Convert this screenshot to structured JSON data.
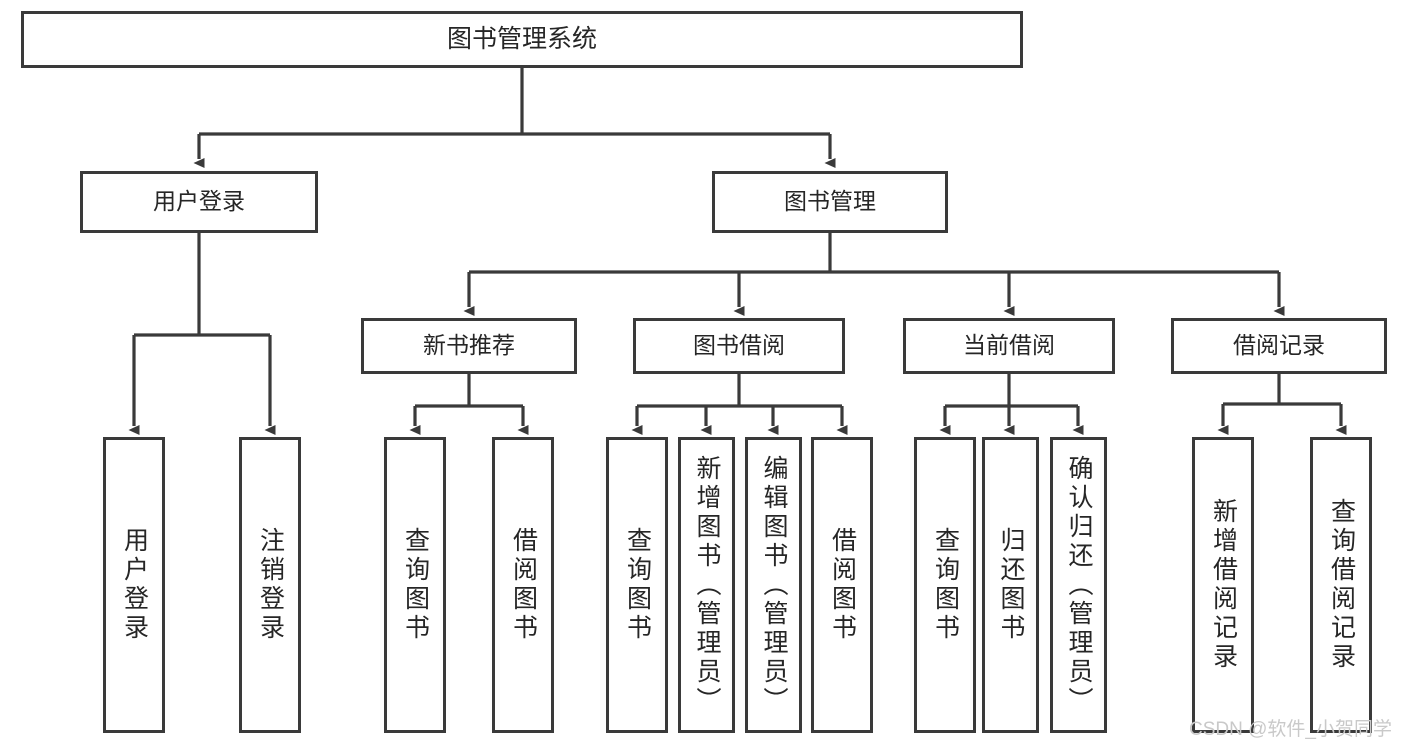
{
  "diagram": {
    "title": "图书管理系统",
    "type": "tree-hierarchy-chart",
    "watermark": "CSDN @软件_小贺同学",
    "colors": {
      "box_border": "#3a3a3a",
      "box_fill": "#ffffff",
      "edge": "#3a3a3a",
      "text": "#262626",
      "watermark": "#c9c9c9",
      "background": "#ffffff"
    },
    "root": {
      "label": "图书管理系统"
    },
    "level2": [
      {
        "label": "用户登录"
      },
      {
        "label": "图书管理"
      }
    ],
    "level3": [
      {
        "label": "新书推荐"
      },
      {
        "label": "图书借阅"
      },
      {
        "label": "当前借阅"
      },
      {
        "label": "借阅记录"
      }
    ],
    "leaves": {
      "user_login": [
        {
          "label": "用户登录"
        },
        {
          "label": "注销登录"
        }
      ],
      "new_book": [
        {
          "label": "查询图书"
        },
        {
          "label": "借阅图书"
        }
      ],
      "book_borrow": [
        {
          "label": "查询图书"
        },
        {
          "label": "新增图书（管理员）"
        },
        {
          "label": "编辑图书（管理员）"
        },
        {
          "label": "借阅图书"
        }
      ],
      "current_borrow": [
        {
          "label": "查询图书"
        },
        {
          "label": "归还图书"
        },
        {
          "label": "确认归还（管理员）"
        }
      ],
      "borrow_record": [
        {
          "label": "新增借阅记录"
        },
        {
          "label": "查询借阅记录"
        }
      ]
    }
  }
}
